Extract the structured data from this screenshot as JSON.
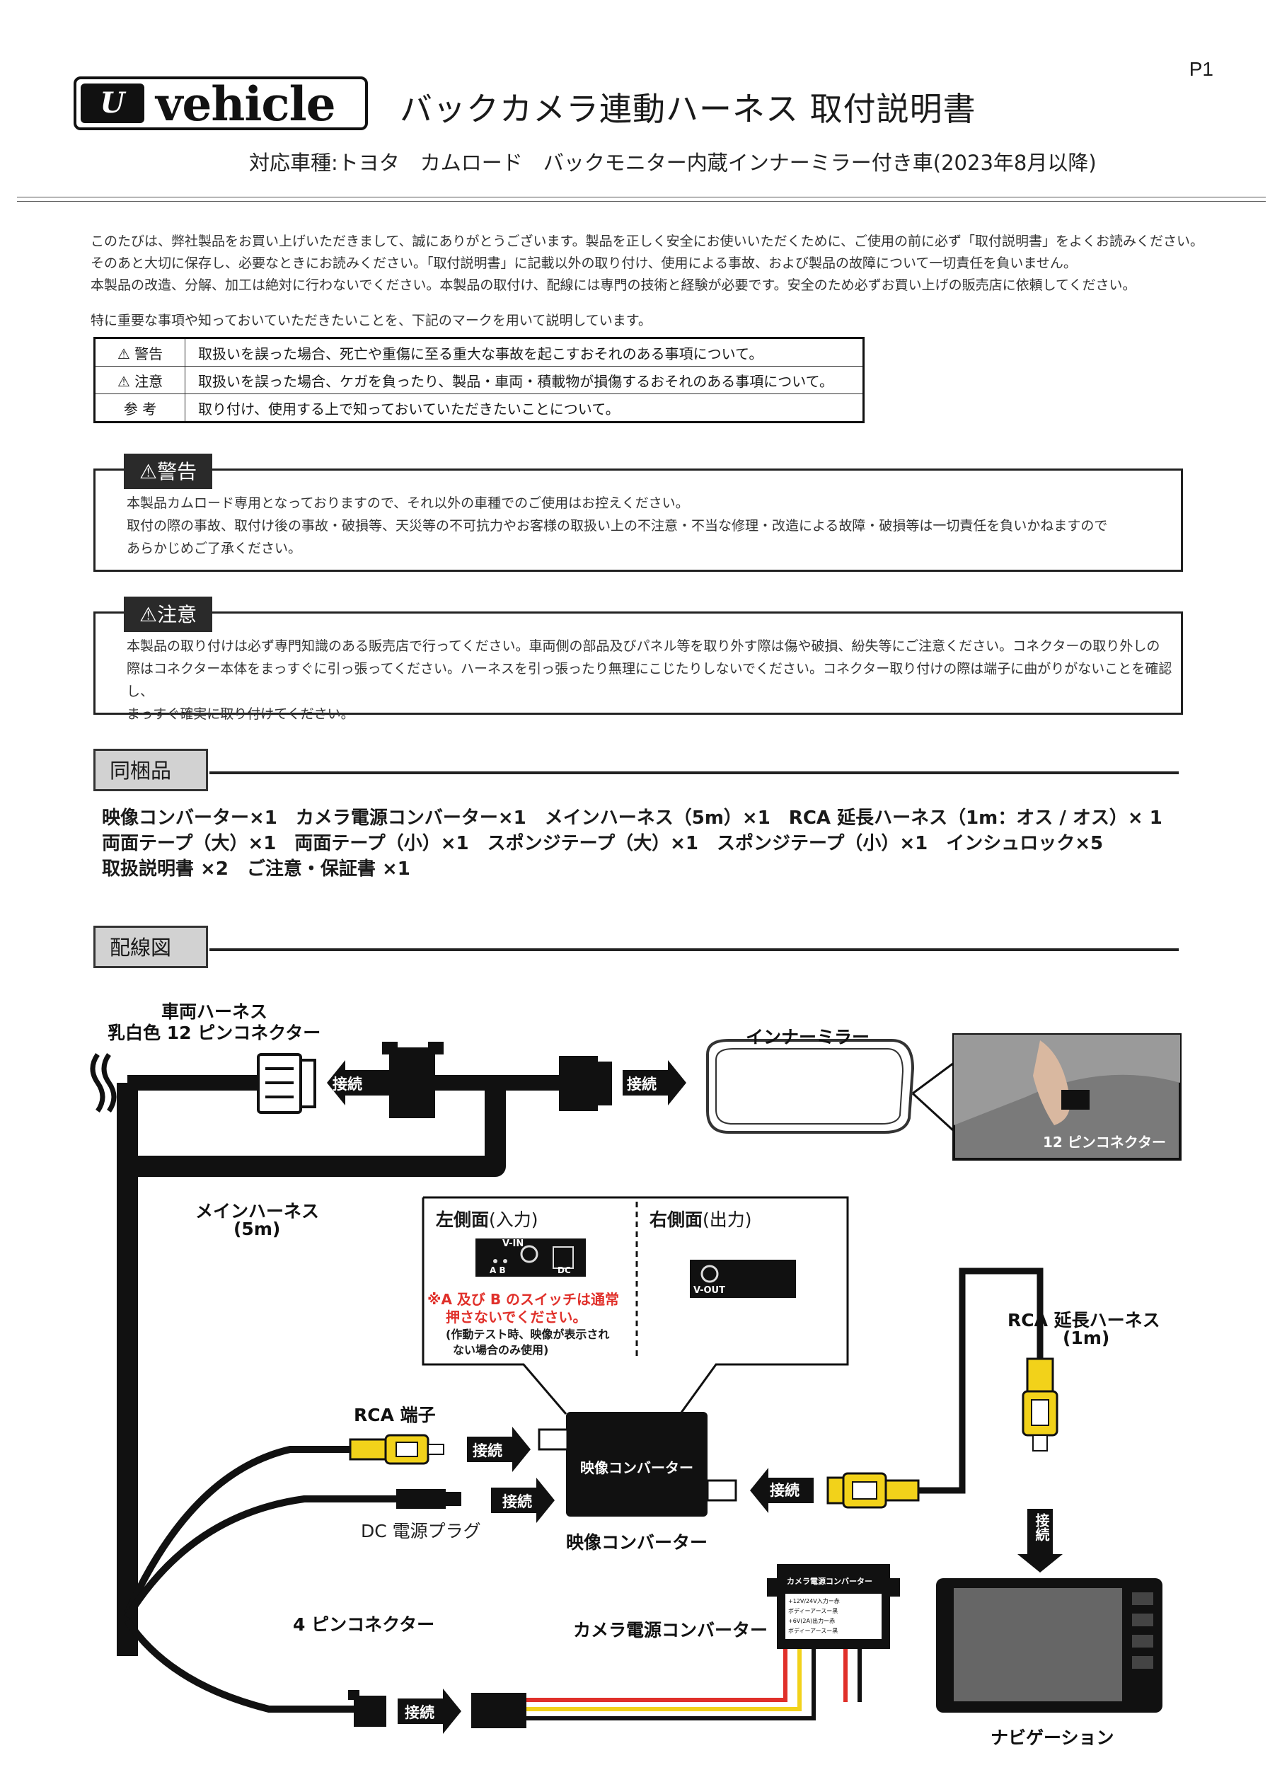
{
  "page_number": "P1",
  "logo": {
    "mark": "U",
    "text": "vehicle"
  },
  "title": "バックカメラ連動ハーネス 取付説明書",
  "subtitle": "対応車種:トヨタ　カムロード　バックモニター内蔵インナーミラー付き車(2023年8月以降)",
  "intro": [
    "このたびは、弊社製品をお買い上げいただきまして、誠にありがとうございます。製品を正しく安全にお使いいただくために、ご使用の前に必ず「取付説明書」をよくお読みください。",
    "そのあと大切に保存し、必要なときにお読みください。「取付説明書」に記載以外の取り付け、使用による事故、および製品の故障について一切責任を負いません。",
    "本製品の改造、分解、加工は絶対に行わないでください。本製品の取付け、配線には専門の技術と経験が必要です。安全のため必ずお買い上げの販売店に依頼してください。"
  ],
  "legend_intro": "特に重要な事項や知っておいていただきたいことを、下記のマークを用いて説明しています。",
  "legend": [
    {
      "key": "警告",
      "icon": "warning-icon",
      "text": "取扱いを誤った場合、死亡や重傷に至る重大な事故を起こすおそれのある事項について。"
    },
    {
      "key": "注意",
      "icon": "warning-icon",
      "text": "取扱いを誤った場合、ケガを負ったり、製品・車両・積載物が損傷するおそれのある事項について。"
    },
    {
      "key": "参 考",
      "icon": "",
      "text": "取り付け、使用する上で知っておいていただきたいことについて。"
    }
  ],
  "warning_box": {
    "tab": "警告",
    "lines": [
      "本製品カムロード専用となっておりますので、それ以外の車種でのご使用はお控えください。",
      "取付の際の事故、取付け後の事故・破損等、天災等の不可抗力やお客様の取扱い上の不注意・不当な修理・改造による故障・破損等は一切責任を負いかねますので",
      "あらかじめご了承ください。"
    ]
  },
  "caution_box": {
    "tab": "注意",
    "lines": [
      "本製品の取り付けは必ず専門知識のある販売店で行ってください。車両側の部品及びパネル等を取り外す際は傷や破損、紛失等にご注意ください。コネクターの取り外しの",
      "際はコネクター本体をまっすぐに引っ張ってください。ハーネスを引っ張ったり無理にこじたりしないでください。コネクター取り付けの際は端子に曲がりがないことを確認し、",
      "まっすぐ確実に取り付けてください。"
    ]
  },
  "contents_section": {
    "title": "同梱品",
    "lines": [
      "映像コンバーター×1　カメラ電源コンバーター×1　メインハーネス（5m）×1　RCA 延長ハーネス（1m：オス / オス）× 1",
      "両面テープ（大）×1　両面テープ（小）×1　スポンジテープ（大）×1　スポンジテープ（小）×1　インシュロック×5",
      "取扱説明書 ×2　ご注意・保証書 ×1"
    ]
  },
  "wiring_section": {
    "title": "配線図",
    "vehicle_harness": [
      "車両ハーネス",
      "乳白色 12 ピンコネクター"
    ],
    "connect": "接続",
    "inner_mirror": "インナーミラー",
    "photo_label": "12 ピンコネクター",
    "main_harness": [
      "メインハーネス",
      "(5m)"
    ],
    "left_side": {
      "title": "左側面",
      "sub": "(入力)",
      "vin": "V-IN",
      "ab": "A  B",
      "dc": "DC"
    },
    "right_side": {
      "title": "右側面",
      "sub": "(出力)",
      "vout": "V-OUT"
    },
    "switch_note": [
      "※A 及び B のスイッチは通常",
      "押さないでください。"
    ],
    "switch_note_sub": [
      "(作動テスト時、映像が表示され",
      "ない場合のみ使用)"
    ],
    "rca_ext": [
      "RCA 延長ハーネス",
      "(1m)"
    ],
    "rca_terminal": "RCA 端子",
    "video_converter": "映像コンバーター",
    "dc_plug": "DC 電源プラグ",
    "four_pin": "4 ピンコネクター",
    "camera_power": "カメラ電源コンバーター",
    "power_box_title": "カメラ電源コンバーター",
    "power_box_lines": [
      "+12V/24V入力ー赤",
      "ボディーアースー黒",
      "+6V(2A)出力ー赤",
      "ボディーアースー黒"
    ],
    "navigation": "ナビゲーション"
  },
  "colors": {
    "accent_red": "#e0302a",
    "rca_yellow": "#f2d21a",
    "wire_black": "#111111"
  }
}
